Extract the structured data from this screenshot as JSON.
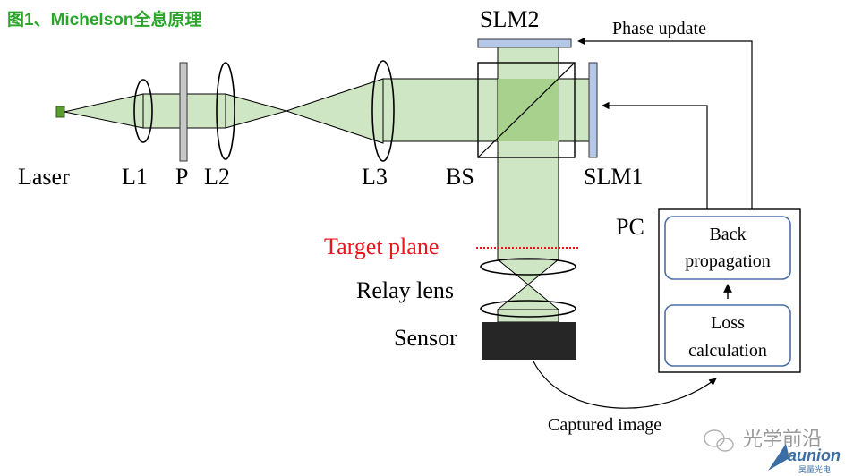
{
  "title": "图1、Michelson全息原理",
  "colors": {
    "title": "#2ba52b",
    "beam": "#cfe6c4",
    "beam_dark": "#a9d18e",
    "slm": "#b4c7e7",
    "accent_red": "#e8141e",
    "box_border": "#4a6fa5"
  },
  "labels": {
    "laser": "Laser",
    "l1": "L1",
    "p": "P",
    "l2": "L2",
    "l3": "L3",
    "bs": "BS",
    "slm1": "SLM1",
    "slm2": "SLM2",
    "pc": "PC",
    "target_plane": "Target plane",
    "relay_lens": "Relay lens",
    "sensor": "Sensor",
    "phase_update": "Phase update",
    "captured_image": "Captured image"
  },
  "pc_boxes": {
    "back_line1": "Back",
    "back_line2": "propagation",
    "loss_line1": "Loss",
    "loss_line2": "calculation"
  },
  "watermark": {
    "channel": "光学前沿",
    "brand": "aunion",
    "brand_sub": "昊量光电"
  }
}
